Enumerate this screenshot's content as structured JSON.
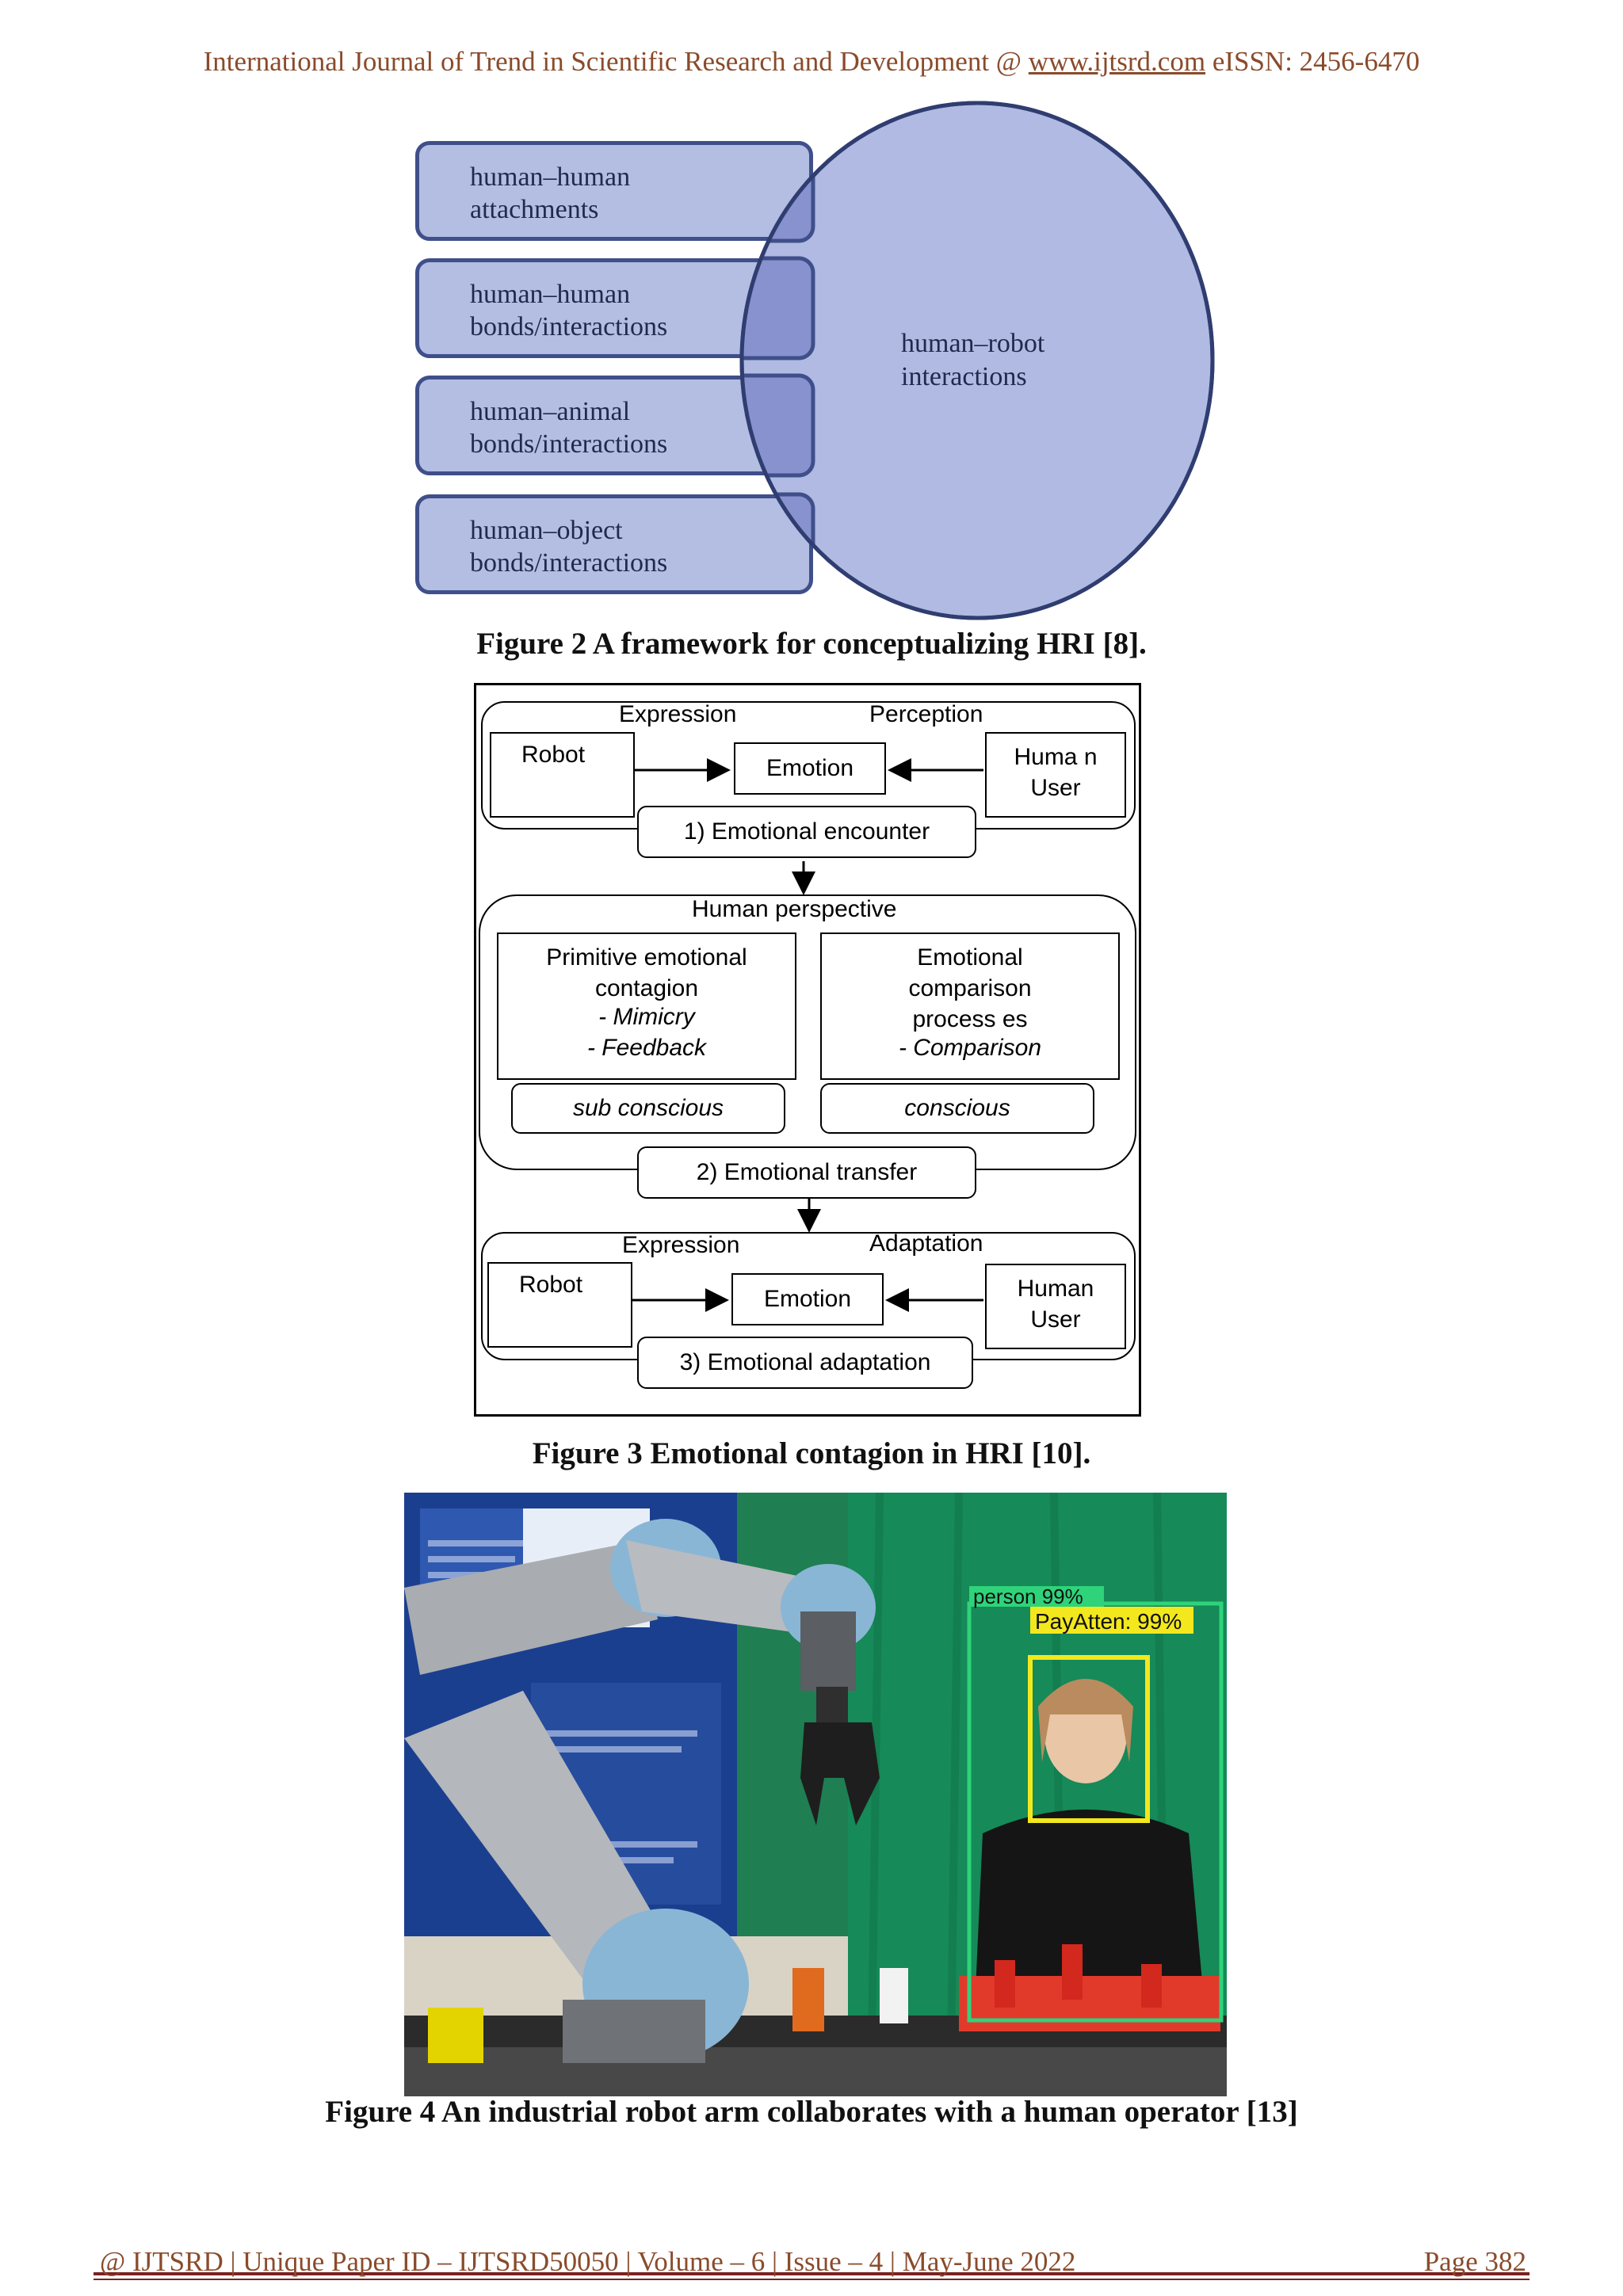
{
  "header": {
    "prefix": "International Journal of Trend in Scientific Research and Development @ ",
    "link": "www.ijtsrd.com",
    "suffix": " eISSN: 2456-6470"
  },
  "figure2": {
    "boxes": [
      "human–human\nattachments",
      "human–human\nbonds/interactions",
      "human–animal\nbonds/interactions",
      "human–object\nbonds/interactions"
    ],
    "circle_label": "human–robot\ninteractions",
    "caption": "Figure 2 A framework for conceptualizing HRI [8]."
  },
  "figure3": {
    "stage1": {
      "expression": "Expression",
      "perception": "Perception",
      "robot": "Robot",
      "emotion": "Emotion",
      "human_user": "Huma n\nUser",
      "label": "1)  Emotional encounter"
    },
    "stage2": {
      "title": "Human perspective",
      "left_box": "Primitive emotional\ncontagion",
      "left_item1": "- Mimicry",
      "left_item2": "- Feedback",
      "right_box": "Emotional\ncomparison\nprocess es",
      "right_item1": "- Comparison",
      "left_tag": "sub conscious",
      "right_tag": "conscious",
      "label": "2)  Emotional transfer"
    },
    "stage3": {
      "expression": "Expression",
      "adaptation": "Adaptation",
      "robot": "Robot",
      "emotion": "Emotion",
      "human_user": "Human\nUser",
      "label": "3)  Emotional adaptation"
    },
    "caption": "Figure 3 Emotional contagion in HRI [10]."
  },
  "figure4": {
    "detection_person": "person  99%",
    "detection_attention": "PayAtten: 99%",
    "caption": "Figure 4   An industrial robot arm collaborates with a human operator [13]"
  },
  "footer": {
    "text": "@ IJTSRD   |   Unique Paper ID – IJTSRD50050   |   Volume – 6   |   Issue – 4   |   May-June 2022",
    "page": "Page 382"
  },
  "colors": {
    "header_text": "#8a4b2b",
    "fig2_fill": "#b4bde2",
    "fig2_overlap": "#8792cf",
    "fig2_stroke": "#3f4f8a",
    "detection_green": "#2fd37a",
    "detection_yellow": "#f2e81d"
  }
}
